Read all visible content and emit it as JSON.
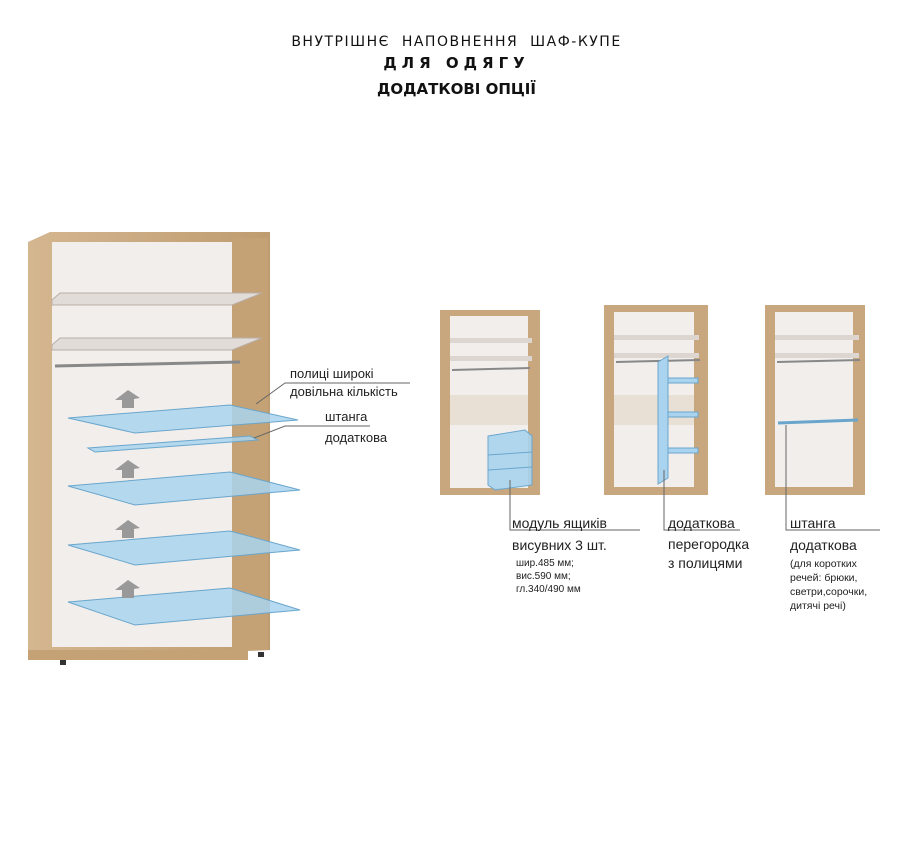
{
  "header": {
    "line1": "ВНУТРІШНЄ НАПОВНЕННЯ ШАФ-КУПЕ",
    "line2": "ДЛЯ ОДЯГУ",
    "line3": "ДОДАТКОВІ ОПЦІЇ"
  },
  "main_wardrobe": {
    "shelves_label_1": "полиці широкі",
    "shelves_label_2": "довільна кількість",
    "rod_label_1": "штанга",
    "rod_label_2": "додаткова"
  },
  "options": [
    {
      "title_1": "модуль ящиків",
      "title_2": "висувних 3 шт.",
      "details": [
        "шир.485 мм;",
        "вис.590 мм;",
        "гл.340/490 мм"
      ]
    },
    {
      "title_1": "додаткова",
      "title_2": "перегородка",
      "title_3": "з полицями"
    },
    {
      "title_1": "штанга",
      "title_2": "додаткова",
      "details": [
        "(для коротких",
        "речей: брюки,",
        "светри,сорочки,",
        "дитячі речі)"
      ]
    }
  ],
  "colors": {
    "wood": "#c8a77e",
    "glass": "#a9d3ee",
    "back": "#efebe8"
  }
}
